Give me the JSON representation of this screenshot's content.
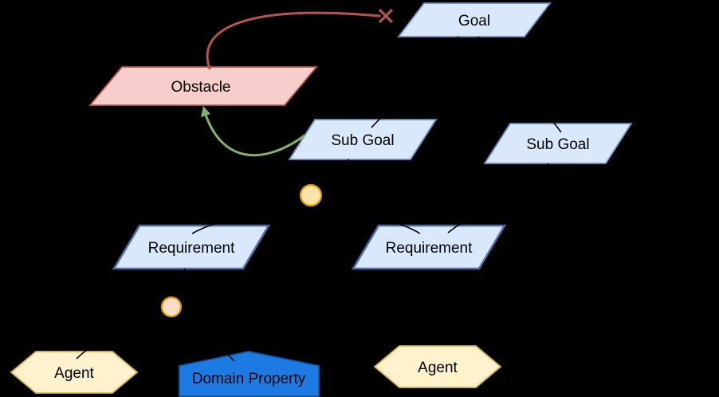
{
  "canvas": {
    "background": "#000000"
  },
  "nodes": {
    "goal": {
      "label": "Goal",
      "fill": "#dae8fc",
      "stroke": "#6c8ebf"
    },
    "obstacle": {
      "label": "Obstacle",
      "fill": "#f8cecc",
      "stroke": "#b85450"
    },
    "sub_goal_1": {
      "label": "Sub Goal",
      "fill": "#dae8fc",
      "stroke": "#6c8ebf"
    },
    "sub_goal_2": {
      "label": "Sub Goal",
      "fill": "#dae8fc",
      "stroke": "#6c8ebf"
    },
    "requirement_1": {
      "label": "Requirement",
      "fill": "#dae8fc",
      "stroke": "#4f6b9f"
    },
    "requirement_2": {
      "label": "Requirement",
      "fill": "#dae8fc",
      "stroke": "#4f6b9f"
    },
    "agent_1": {
      "label": "Agent",
      "fill": "#fff2cc",
      "stroke": "#d6b656"
    },
    "agent_2": {
      "label": "Agent",
      "fill": "#fff2cc",
      "stroke": "#d6b656"
    },
    "domain_property": {
      "label": "Domain Property",
      "fill": "#1d7ae2",
      "stroke": "#1259a8",
      "text_color": "#ffffff"
    },
    "junction_1": {
      "fill": "#ffe3aa",
      "stroke": "#d79b00"
    },
    "junction_2": {
      "fill": "#f9ddc9",
      "stroke": "#d79b00"
    }
  },
  "edges": {
    "obstruction": {
      "color": "#b85450"
    },
    "resolution": {
      "color": "#82b366"
    },
    "refinement": {
      "color": "#000000"
    }
  }
}
